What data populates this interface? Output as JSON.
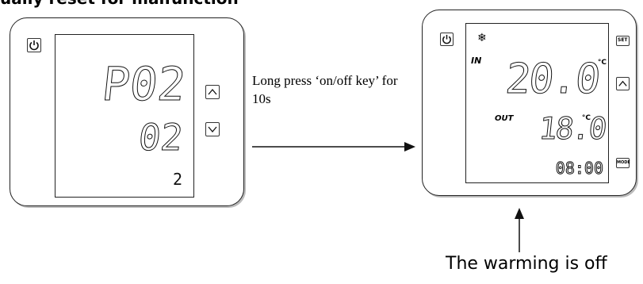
{
  "heading": "ually reset for malfunction",
  "left_device": {
    "code": "P02",
    "value": "02",
    "small": "2",
    "buttons": [
      "power-button",
      "up-button",
      "down-button"
    ]
  },
  "arrow_caption": "Long press ‘on/off key’ for 10s",
  "right_device": {
    "in_label": "IN",
    "in_temp": "20.0",
    "unit": "°C",
    "out_label": "OUT",
    "out_temp": "18.0",
    "time": "08:00",
    "set_label": "SET",
    "mode_label": "MODE",
    "icons": [
      "power-icon",
      "snowflake-icon",
      "up-icon"
    ]
  },
  "bottom_note": "The warming is off"
}
